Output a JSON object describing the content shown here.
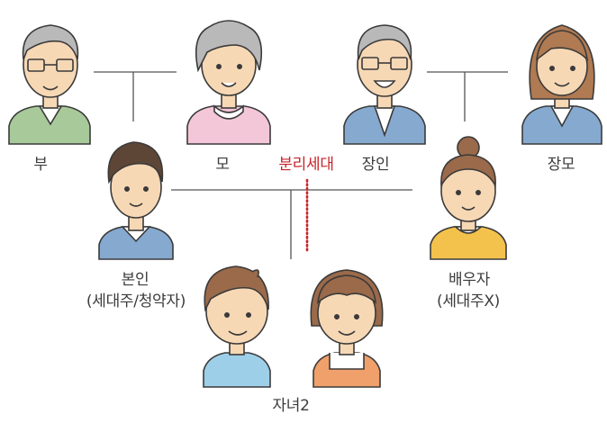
{
  "labels": {
    "father": "부",
    "mother": "모",
    "separation": "분리세대",
    "father_in_law": "장인",
    "mother_in_law": "장모",
    "self_line1": "본인",
    "self_line2": "(세대주/청약자)",
    "spouse_line1": "배우자",
    "spouse_line2": "(세대주X)",
    "children": "자녀2"
  },
  "colors": {
    "line": "#555555",
    "separation": "#c8242a",
    "skin": "#f7d8b5",
    "outline": "#3a3a3a",
    "gray_hair": "#b9b9b9",
    "brown_hair": "#9a6a4a",
    "shirt_green": "#a8c99a",
    "shirt_pink": "#f3c6d8",
    "shirt_blue": "#86a9cf",
    "shirt_yellow": "#f3c24c",
    "shirt_lightblue": "#9ecfe8",
    "apron_orange": "#f0a06a"
  }
}
